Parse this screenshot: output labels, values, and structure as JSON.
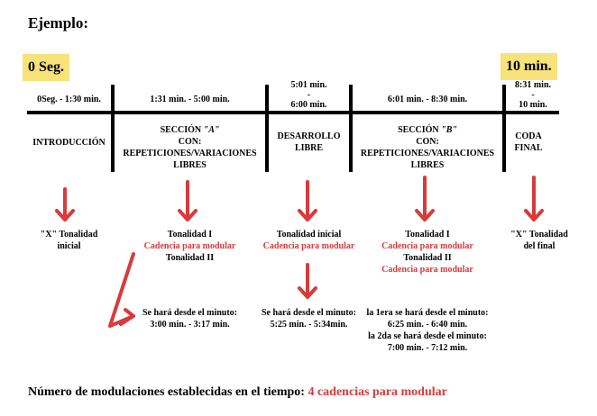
{
  "heading": "Ejemplo:",
  "start_tag": "0 Seg.",
  "end_tag": "10 min.",
  "accent_color": "#d93a3a",
  "highlight_color": "#f8e27a",
  "segments": [
    {
      "time": "0Seg. - 1:30 min.",
      "section": "INTRODUCCIÓN",
      "result": [
        "\"X\" Tonalidad",
        "inicial"
      ]
    },
    {
      "time": "1:31 min. - 5:00 min.",
      "section_prefix": "SECCIÓN ",
      "section_letter": "\"A\"",
      "section_lines": [
        "CON:",
        "REPETICIONES/VARIACIONES",
        "LIBRES"
      ],
      "result_1": "Tonalidad I",
      "cadence": "Cadencia para modular",
      "result_2": "Tonalidad II",
      "note": [
        "Se hará desde el minuto:",
        "3:00 min. - 3:17 min."
      ]
    },
    {
      "time": [
        "5:01 min.",
        "-",
        "6:00 min."
      ],
      "section": [
        "DESARROLLO",
        "LIBRE"
      ],
      "result_1": "Tonalidad inicial",
      "cadence": "Cadencia para modular",
      "note": [
        "Se hará desde el minuto:",
        "5:25 min. - 5:34min."
      ]
    },
    {
      "time": "6:01 min. - 8:30 min.",
      "section_prefix": "SECCIÓN ",
      "section_letter": "\"B\"",
      "section_lines": [
        "CON:",
        "REPETICIONES/VARIACIONES",
        "LIBRES"
      ],
      "result_1": "Tonalidad I",
      "cadence_1": "Cadencia para modular",
      "result_2": "Tonalidad II",
      "cadence_2": "Cadencia para modular",
      "note": [
        "la 1era se hará desde el minuto:",
        "6:25 min. - 6:40 min.",
        "la 2da se hará desde el minuto:",
        "7:00 min. - 7:12 min."
      ]
    },
    {
      "time": [
        "8:31 min.",
        "-",
        "10 min."
      ],
      "section": [
        "CODA",
        "FINAL"
      ],
      "result": [
        "\"X\" Tonalidad",
        "del final"
      ]
    }
  ],
  "summary_label": "Número de modulaciones establecidas en el tiempo: ",
  "summary_value": "4 cadencias para modular"
}
